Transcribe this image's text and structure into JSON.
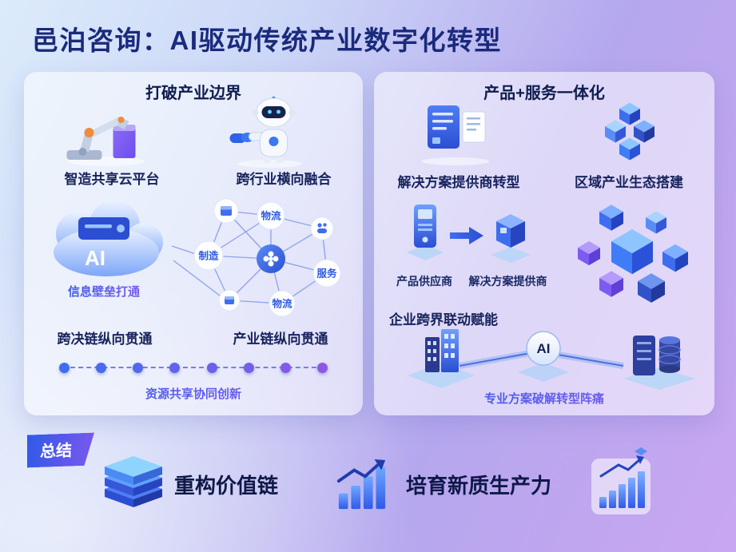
{
  "title": "邑泊咨询：AI驱动传统产业数字化转型",
  "left_panel": {
    "title": "打破产业边界",
    "top_labels": [
      "智造共享云平台",
      "跨行业横向融合"
    ],
    "cloud": {
      "ai_label": "AI",
      "caption": "信息壁垒打通"
    },
    "network": {
      "nodes": [
        "物流",
        "制造",
        "服务",
        "物流"
      ]
    },
    "bottom_labels": [
      "跨决链纵向贯通",
      "产业链纵向贯通"
    ],
    "timeline": {
      "dot_count": 8,
      "caption": "资源共享协同创新"
    }
  },
  "right_panel": {
    "title": "产品+服务一体化",
    "top_labels": [
      "解决方案提供商转型",
      "区域产业生态搭建"
    ],
    "flow": {
      "from_label": "产品供应商",
      "to_label": "解决方案提供商"
    },
    "section_label": "企业跨界联动赋能",
    "ai_label": "AI",
    "caption": "专业方案破解转型阵痛"
  },
  "summary": {
    "badge": "总结",
    "items": [
      {
        "icon": "value-chain-stack-icon",
        "label": "重构价值链"
      },
      {
        "icon": "growth-chart-icon",
        "label": "培育新质生产力"
      },
      {
        "icon": "bar-chart-tile-icon",
        "label": ""
      }
    ]
  },
  "icons": {
    "robot_arm": "robot-arm-icon",
    "robot": "handshake-robot-icon",
    "ai_cloud": "ai-cloud-icon",
    "network_hub": "hub-icon",
    "document": "solution-document-icon",
    "cubes_small": "eco-cubes-icon",
    "server_kiosk": "product-supplier-icon",
    "arrow": "transform-arrow-icon",
    "solution_box": "solution-provider-icon",
    "cubes_cluster": "industry-cubes-cluster-icon",
    "buildings": "enterprise-buildings-icon",
    "ai_node": "ai-node-icon",
    "server_rack": "server-database-icon"
  },
  "colors": {
    "title": "#1a2a7c",
    "accent_blue": "#2f5ae8",
    "accent_purple": "#8a5cf0",
    "panel_bg": "rgba(255,255,255,0.55)"
  }
}
